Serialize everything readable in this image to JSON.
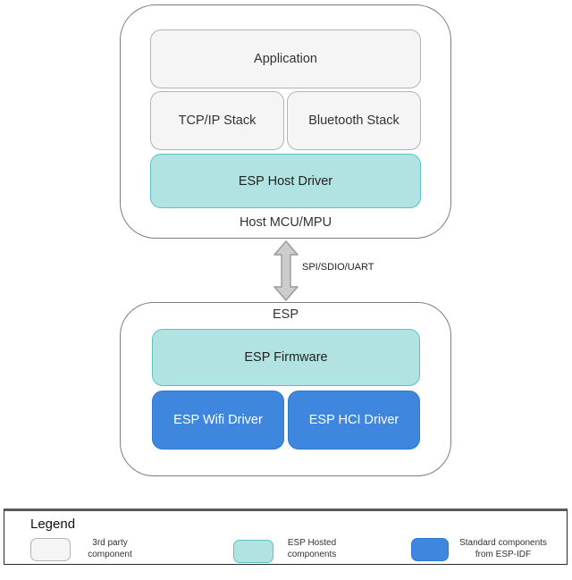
{
  "colors": {
    "gray_fill": "#f5f5f5",
    "gray_border": "#b3b3b3",
    "teal_fill": "#b0e3e2",
    "teal_border": "#5cc1c4",
    "blue_fill": "#3e86de",
    "blue_border": "#2d79d0",
    "container_border": "#7d7d7d",
    "arrow_fill": "#cccccc",
    "arrow_border": "#999999"
  },
  "host_group": {
    "label": "Host MCU/MPU",
    "boxes": {
      "application": "Application",
      "tcpip": "TCP/IP Stack",
      "bluetooth": "Bluetooth Stack",
      "esp_host_driver": "ESP Host Driver"
    }
  },
  "link": {
    "label": "SPI/SDIO/UART"
  },
  "esp_group": {
    "label": "ESP",
    "boxes": {
      "firmware": "ESP Firmware",
      "wifi": "ESP Wifi Driver",
      "hci": "ESP HCI Driver"
    }
  },
  "legend": {
    "title": "Legend",
    "items": [
      {
        "swatch": "gray",
        "label_line1": "3rd party",
        "label_line2": "component"
      },
      {
        "swatch": "teal",
        "label_line1": "ESP Hosted",
        "label_line2": "components"
      },
      {
        "swatch": "blue",
        "label_line1": "Standard components",
        "label_line2": "from ESP-IDF"
      }
    ]
  }
}
